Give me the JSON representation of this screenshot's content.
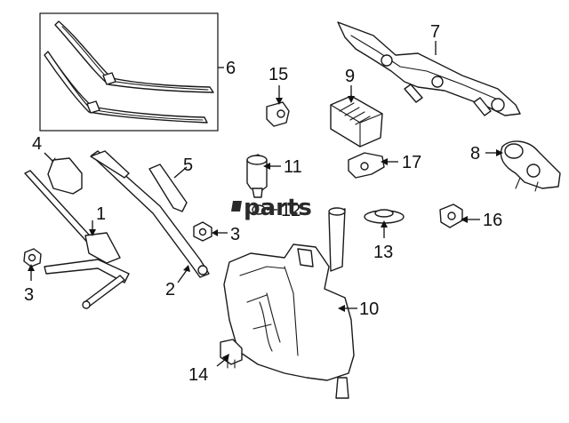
{
  "diagram": {
    "callouts": [
      {
        "id": "c1",
        "label": "1"
      },
      {
        "id": "c2",
        "label": "2"
      },
      {
        "id": "c3a",
        "label": "3"
      },
      {
        "id": "c3b",
        "label": "3"
      },
      {
        "id": "c4",
        "label": "4"
      },
      {
        "id": "c5",
        "label": "5"
      },
      {
        "id": "c6",
        "label": "6"
      },
      {
        "id": "c7",
        "label": "7"
      },
      {
        "id": "c8",
        "label": "8"
      },
      {
        "id": "c9",
        "label": "9"
      },
      {
        "id": "c10",
        "label": "10"
      },
      {
        "id": "c11",
        "label": "11"
      },
      {
        "id": "c12",
        "label": "12"
      },
      {
        "id": "c13",
        "label": "13"
      },
      {
        "id": "c14",
        "label": "14"
      },
      {
        "id": "c15",
        "label": "15"
      },
      {
        "id": "c16",
        "label": "16"
      },
      {
        "id": "c17",
        "label": "17"
      }
    ],
    "watermark": "parts"
  }
}
